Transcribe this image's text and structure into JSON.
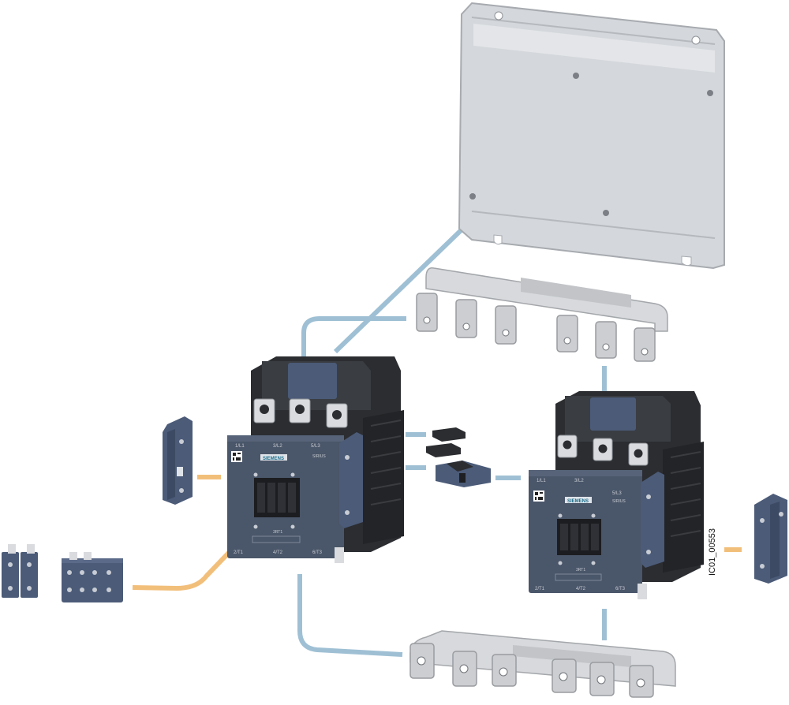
{
  "figure_id": "IC01_00553",
  "left_contactor": {
    "brand": "SIEMENS",
    "series": "SIRIUS",
    "model": "3RT1",
    "top_terminals": [
      "1/L1",
      "3/L2",
      "5/L3"
    ],
    "bottom_terminals": [
      "2/T1",
      "4/T2",
      "6/T3"
    ]
  },
  "right_contactor": {
    "brand": "SIEMENS",
    "series": "SIRIUS",
    "model": "3RT1",
    "top_terminals": [
      "1/L1",
      "3/L2",
      "5/L3"
    ],
    "bottom_terminals": [
      "2/T1",
      "4/T2",
      "6/T3"
    ]
  },
  "colors": {
    "mounting_plate": "#d4d7db",
    "busbar": "#c9cbce",
    "contactor_body": "#4a5669",
    "contactor_base": "#2b2d31",
    "aux_block": "#4b5b78",
    "connector_blue": "#9fc0d4",
    "connector_orange": "#f2bf7a"
  }
}
